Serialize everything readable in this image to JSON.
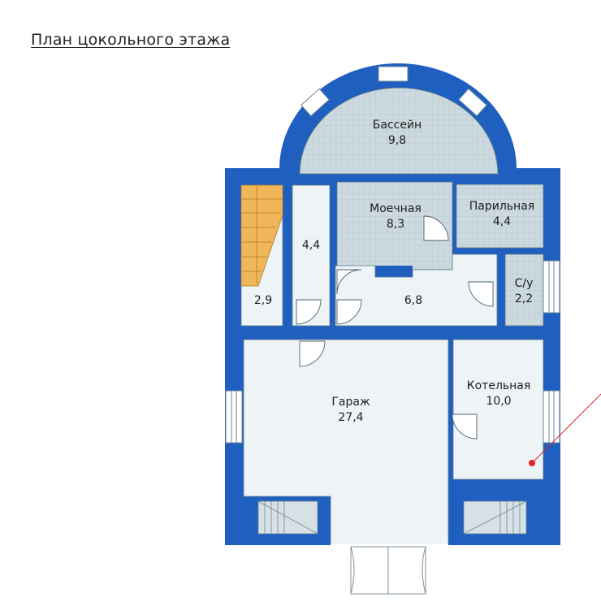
{
  "page_title": "План цокольного этажа",
  "colors": {
    "wall": "#1f5fc0",
    "floor": "#eef3f6",
    "wet_floor": "#cfdbe1",
    "stairs": "#f0b75a",
    "pointer": "#e3242b"
  },
  "rooms": {
    "pool": {
      "name": "Бассейн",
      "area": "9,8"
    },
    "washroom": {
      "name": "Моечная",
      "area": "8,3"
    },
    "steam_room": {
      "name": "Парильная",
      "area": "4,4"
    },
    "closet": {
      "area": "4,4"
    },
    "stair_hall": {
      "area": "2,9"
    },
    "hall": {
      "area": "6,8"
    },
    "wc": {
      "name": "С/у",
      "area": "2,2"
    },
    "garage": {
      "name": "Гараж",
      "area": "27,4"
    },
    "boiler_room": {
      "name": "Котельная",
      "area": "10,0"
    }
  }
}
